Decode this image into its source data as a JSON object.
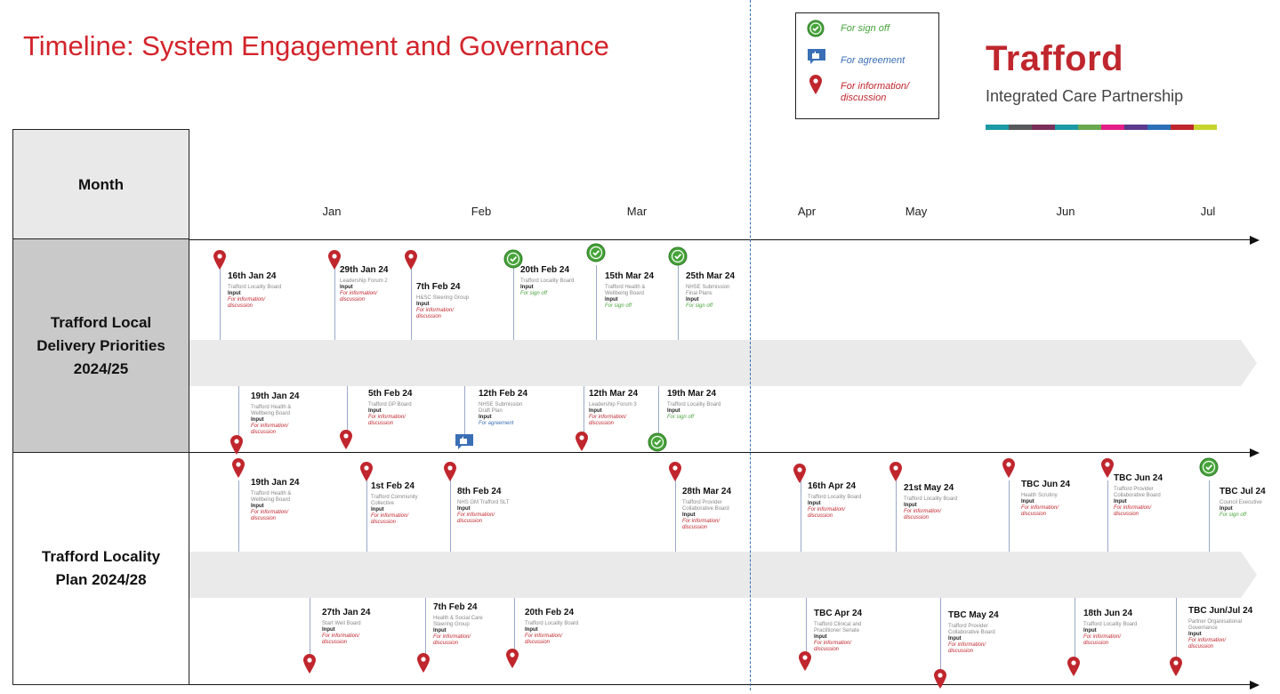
{
  "title": "Timeline: System Engagement and Governance",
  "legend": [
    {
      "icon": "check-icon",
      "label": "For sign off",
      "color": "#46a339"
    },
    {
      "icon": "thumbs-up-icon",
      "label": "For agreement",
      "color": "#3a6fb6"
    },
    {
      "icon": "map-pin-icon",
      "label": "For information/\ndiscussion",
      "color": "#c0262d"
    }
  ],
  "logo": {
    "name": "Trafford",
    "subtitle": "Integrated Care Partnership",
    "bar_colors": [
      "#1b9aa6",
      "#57595b",
      "#7a2f5a",
      "#1b9aa6",
      "#6aa84f",
      "#e21f86",
      "#5b3a8c",
      "#2a6fb7",
      "#c0262d",
      "#c7d42c"
    ]
  },
  "month_header": "Month",
  "months": [
    "Jan",
    "Feb",
    "Mar",
    "Apr",
    "May",
    "Jun",
    "Jul"
  ],
  "rows": [
    {
      "label": "Trafford Local\nDelivery Priorities\n2024/25"
    },
    {
      "label": "Trafford Locality\nPlan 2024/28"
    }
  ],
  "events": [
    {
      "id": "e1",
      "date": "16th Jan 24",
      "name": "Trafford Locality Board",
      "input": "Input",
      "status": "For information/ discussion",
      "type": "info"
    },
    {
      "id": "e2",
      "date": "29th Jan 24",
      "name": "Leadership Forum 2",
      "input": "Input",
      "status": "For information/ discussion",
      "type": "info"
    },
    {
      "id": "e3",
      "date": "7th Feb 24",
      "name": "H&SC Steering Group",
      "input": "Input",
      "status": "For information/ discussion",
      "type": "info"
    },
    {
      "id": "e4",
      "date": "20th Feb 24",
      "name": "Trafford Locality Board",
      "input": "Input",
      "status": "For sign off",
      "type": "signoff"
    },
    {
      "id": "e5",
      "date": "15th Mar 24",
      "name": "Trafford Health & Wellbeing Board",
      "input": "Input",
      "status": "For sign off",
      "type": "signoff"
    },
    {
      "id": "e6",
      "date": "25th Mar 24",
      "name": "NHSE Submission Final Plans",
      "input": "Input",
      "status": "For sign off",
      "type": "signoff"
    },
    {
      "id": "e7",
      "date": "19th Jan 24",
      "name": "Trafford Health & Wellbeing Board",
      "input": "Input",
      "status": "For information/ discussion",
      "type": "info"
    },
    {
      "id": "e8",
      "date": "5th Feb 24",
      "name": "Trafford GP Board",
      "input": "Input",
      "status": "For information/ discussion",
      "type": "info"
    },
    {
      "id": "e9",
      "date": "12th Feb 24",
      "name": "NHSE Submission Draft Plan",
      "input": "Input",
      "status": "For agreement",
      "type": "agree"
    },
    {
      "id": "e10",
      "date": "12th Mar 24",
      "name": "Leadership Forum 3",
      "input": "Input",
      "status": "For information/ discussion",
      "type": "info"
    },
    {
      "id": "e11",
      "date": "19th Mar 24",
      "name": "Trafford Locality Board",
      "input": "Input",
      "status": "For sign off",
      "type": "signoff"
    },
    {
      "id": "e12",
      "date": "19th Jan 24",
      "name": "Trafford Health & Wellbeing Board",
      "input": "Input",
      "status": "For information/ discussion",
      "type": "info"
    },
    {
      "id": "e13",
      "date": "1st Feb 24",
      "name": "Trafford Community Collective",
      "input": "Input",
      "status": "For information/ discussion",
      "type": "info"
    },
    {
      "id": "e14",
      "date": "8th Feb 24",
      "name": "NHS GM Trafford SLT",
      "input": "Input",
      "status": "For information/ discussion",
      "type": "info"
    },
    {
      "id": "e15",
      "date": "28th Mar 24",
      "name": "Trafford Provider Collaborative Board",
      "input": "Input",
      "status": "For information/ discussion",
      "type": "info"
    },
    {
      "id": "e16",
      "date": "16th Apr 24",
      "name": "Trafford Locality Board",
      "input": "Input",
      "status": "For information/ discussion",
      "type": "info"
    },
    {
      "id": "e17",
      "date": "21st May 24",
      "name": "Trafford Locality Board",
      "input": "Input",
      "status": "For information/ discussion",
      "type": "info"
    },
    {
      "id": "e18",
      "date": "TBC Jun 24",
      "name": "Health Scrutiny",
      "input": "Input",
      "status": "For information/ discussion",
      "type": "info"
    },
    {
      "id": "e19",
      "date": "TBC Jun 24",
      "name": "Trafford Provider Collaborative Board",
      "input": "Input",
      "status": "For information/ discussion",
      "type": "info"
    },
    {
      "id": "e20",
      "date": "TBC Jul 24",
      "name": "Council Executive",
      "input": "Input",
      "status": "For sign off",
      "type": "signoff"
    },
    {
      "id": "e21",
      "date": "27th Jan 24",
      "name": "Start Well Board",
      "input": "Input",
      "status": "For information/ discussion",
      "type": "info"
    },
    {
      "id": "e22",
      "date": "7th Feb 24",
      "name": "Health & Social Care Steering Group",
      "input": "Input",
      "status": "For information/ discussion",
      "type": "info"
    },
    {
      "id": "e23",
      "date": "20th Feb 24",
      "name": "Trafford Locality Board",
      "input": "Input",
      "status": "For information/ discussion",
      "type": "info"
    },
    {
      "id": "e24",
      "date": "TBC Apr 24",
      "name": "Trafford Clinical and Practitioner Senate",
      "input": "Input",
      "status": "For information/ discussion",
      "type": "info"
    },
    {
      "id": "e25",
      "date": "TBC May 24",
      "name": "Trafford Provider Collaborative Board",
      "input": "Input",
      "status": "For information/ discussion",
      "type": "info"
    },
    {
      "id": "e26",
      "date": "18th Jun 24",
      "name": "Trafford Locality Board",
      "input": "Input",
      "status": "For information/ discussion",
      "type": "info"
    },
    {
      "id": "e27",
      "date": "TBC Jun/Jul 24",
      "name": "Partner Organisational Governance",
      "input": "Input",
      "status": "For information/ discussion",
      "type": "info"
    }
  ]
}
